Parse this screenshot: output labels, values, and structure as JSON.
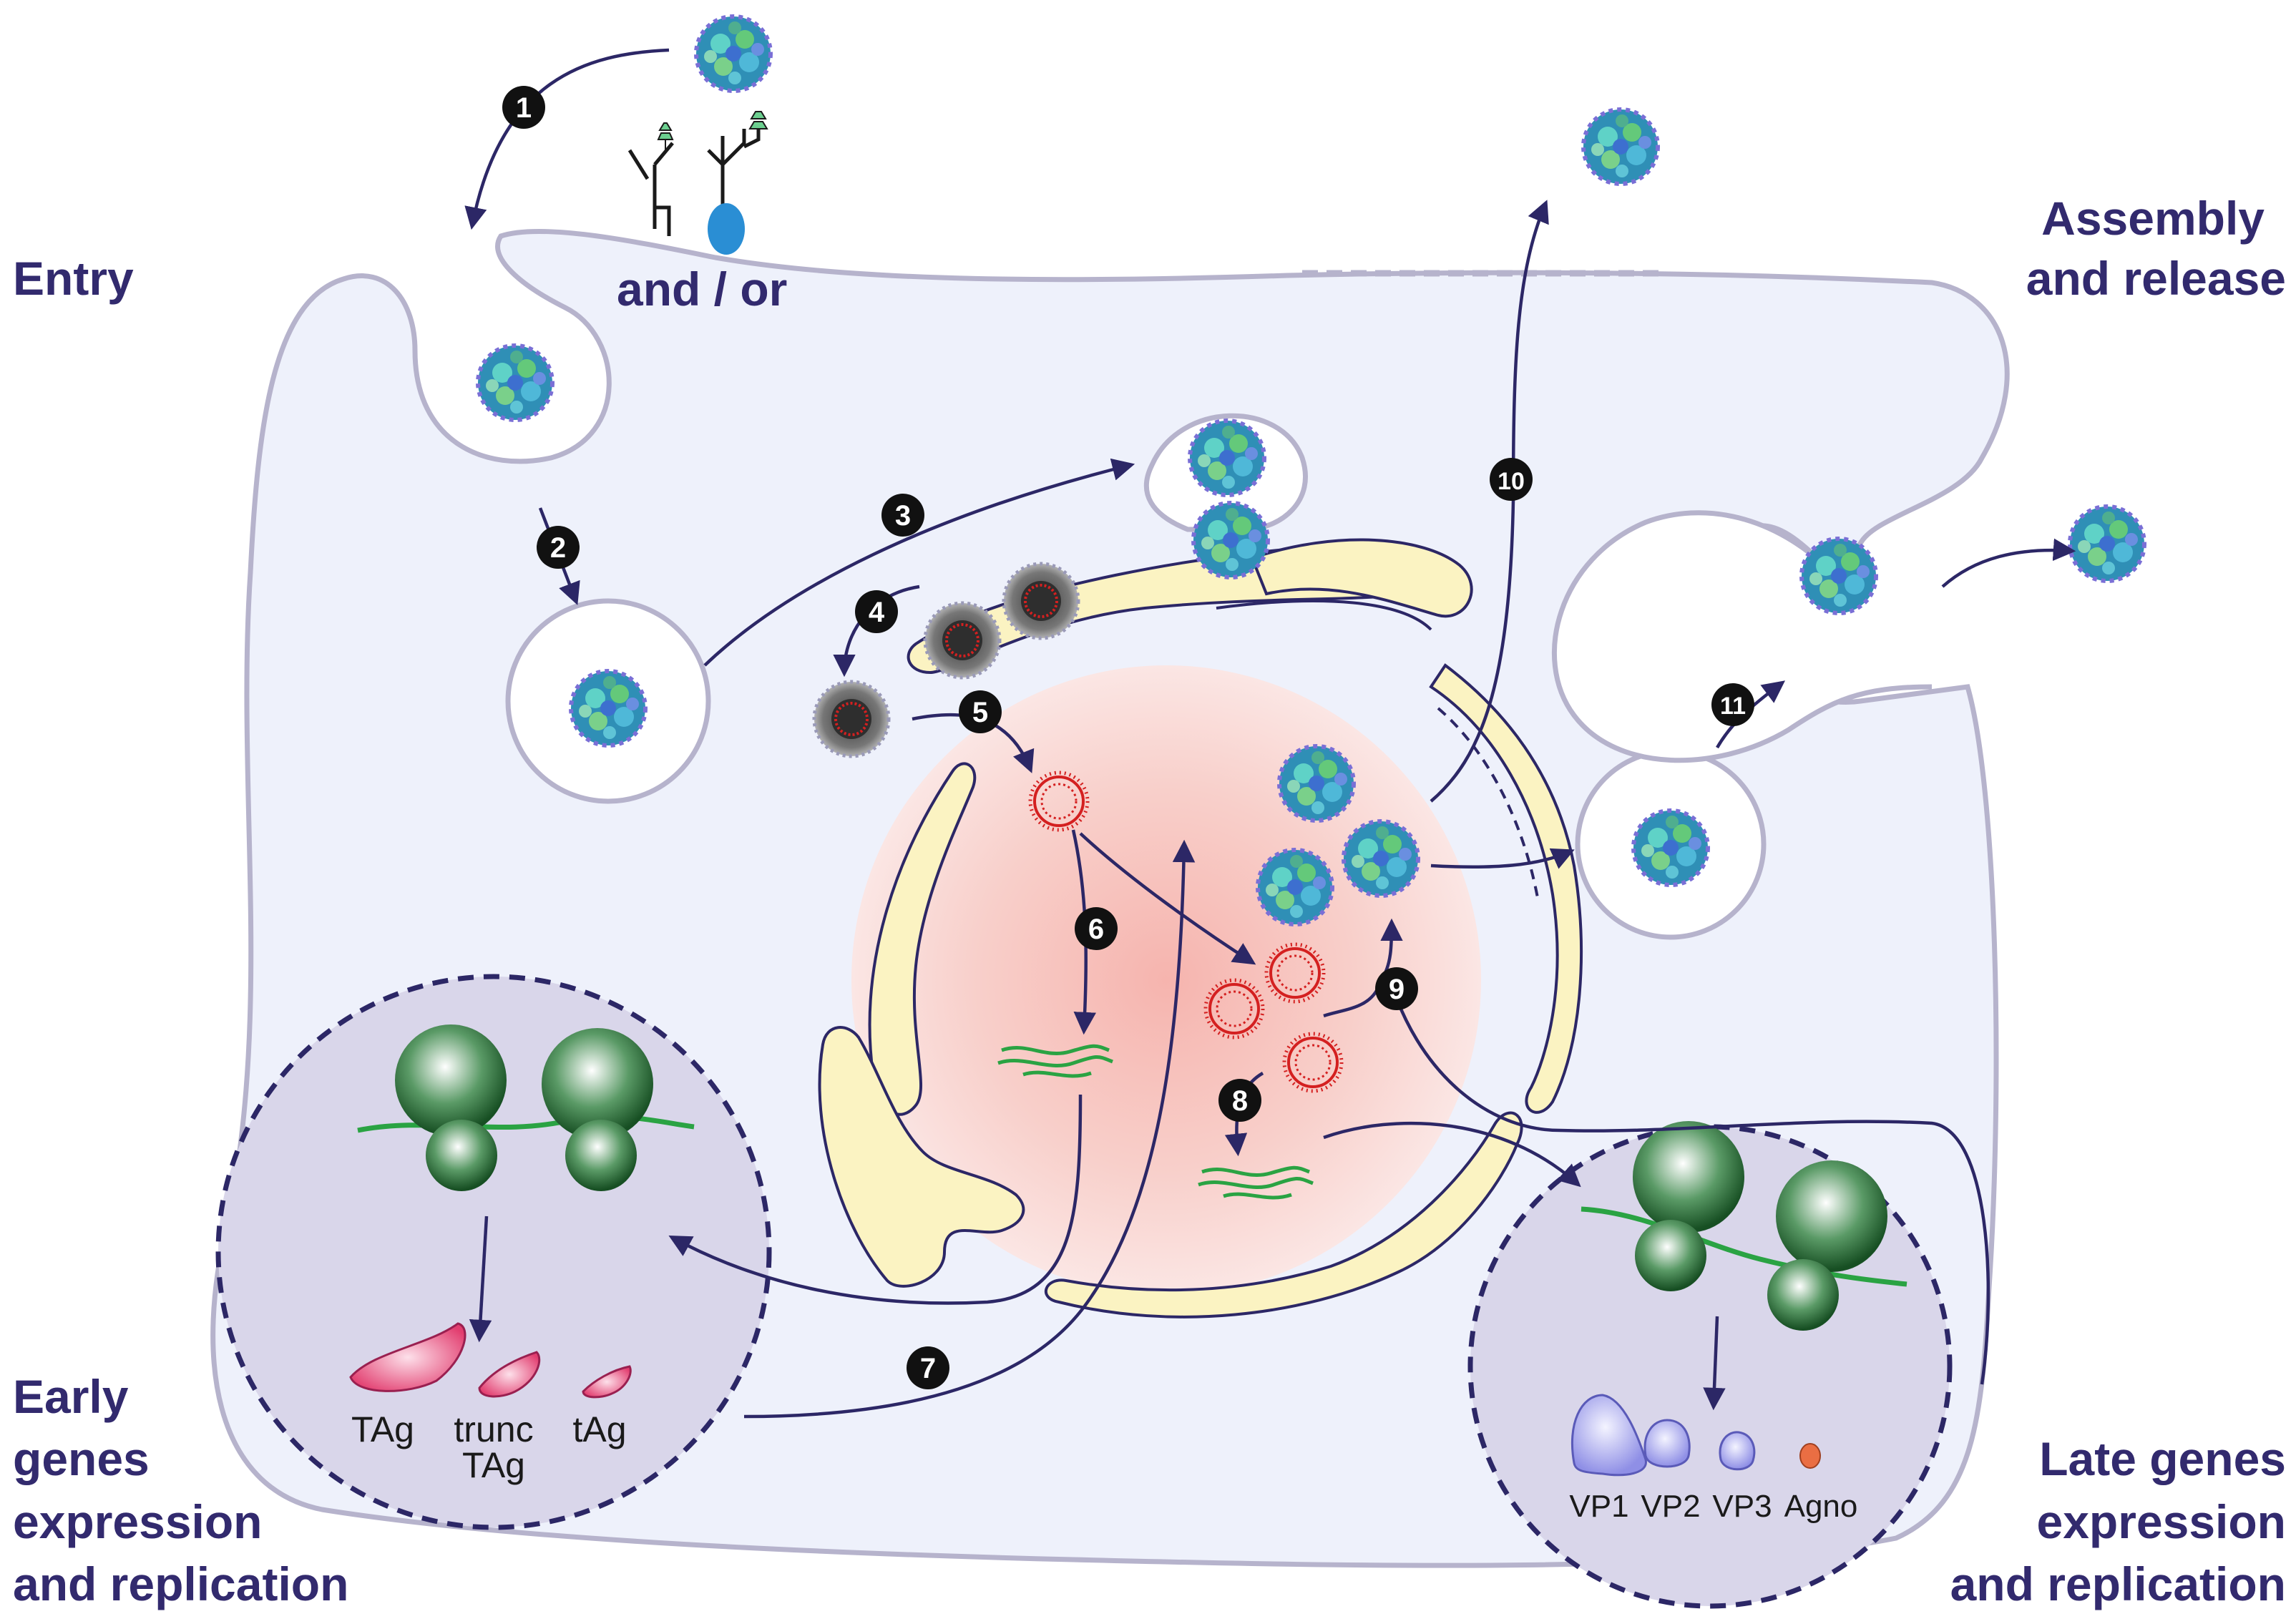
{
  "labels": {
    "entry": "Entry",
    "and_or": "and / or",
    "assembly_1": "Assembly",
    "assembly_2": "and release",
    "early_1": "Early",
    "early_2": "genes",
    "early_3": "expression",
    "early_4": "and replication",
    "late_1": "Late genes",
    "late_2": "expression",
    "late_3": "and replication"
  },
  "early_proteins": [
    "TAg",
    "trunc",
    "TAg",
    "tAg"
  ],
  "late_proteins": [
    "VP1",
    "VP2",
    "VP3",
    "Agno"
  ],
  "steps": [
    "1",
    "2",
    "3",
    "4",
    "5",
    "6",
    "7",
    "8",
    "9",
    "10",
    "11"
  ],
  "colors": {
    "text": "#322a6e",
    "arrow": "#2c2766",
    "cell_fill": "#eef1fb",
    "cell_stroke": "#b6b3cc",
    "nucleus": "#f7c7c2",
    "er_fill": "#fbf3c2",
    "zoom_fill": "#d9d6ea",
    "ribosome": "#1e6b2c",
    "mrna": "#2aa343",
    "dna": "#d42020",
    "virion": "#3fa5c6",
    "tag_fill": "#ea4d7d",
    "vp_fill": "#a9a9f0",
    "agno_fill": "#ea6e43"
  }
}
